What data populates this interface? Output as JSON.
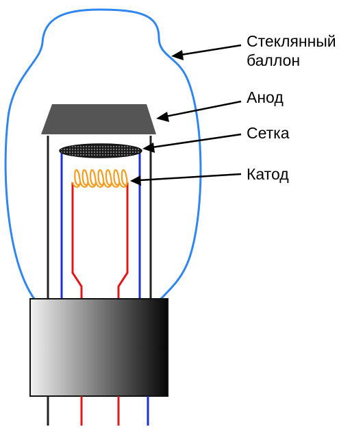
{
  "labels": {
    "bulb_line1": "Стеклянный",
    "bulb_line2": "баллон",
    "anode": "Анод",
    "grid": "Сетка",
    "cathode": "Катод"
  },
  "colors": {
    "bulb": "#2f86f0",
    "frame": "#222222",
    "anode_fill": "#555555",
    "cathode_coil": "#f39c1e",
    "filament_leads": "#e01818",
    "grid_leads": "#1a2fd8",
    "base_dark": "#0a0a0a",
    "base_light": "#f0f0f0"
  },
  "icons": [
    "glass-bulb",
    "anode-plate",
    "grid-mesh",
    "cathode-coil",
    "tube-base"
  ]
}
